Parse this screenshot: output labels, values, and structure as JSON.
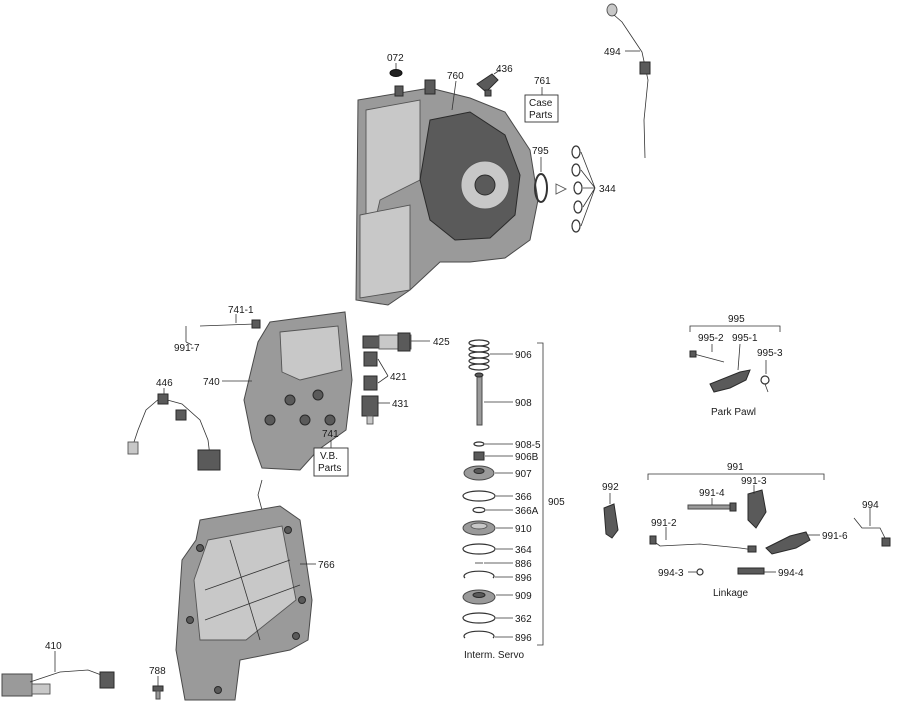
{
  "labels": {
    "p072": "072",
    "p760": "760",
    "p436": "436",
    "p761": "761",
    "p494": "494",
    "p795": "795",
    "p344": "344",
    "p741_1": "741-1",
    "p991_7": "991-7",
    "p425": "425",
    "p446": "446",
    "p740": "740",
    "p421": "421",
    "p431": "431",
    "p741": "741",
    "p906": "906",
    "p908": "908",
    "p908_5": "908-5",
    "p906B": "906B",
    "p907": "907",
    "p366": "366",
    "p366A": "366A",
    "p910": "910",
    "p364": "364",
    "p886": "886",
    "p896a": "896",
    "p909": "909",
    "p362": "362",
    "p896b": "896",
    "p905": "905",
    "p766": "766",
    "p410": "410",
    "p788": "788",
    "p995": "995",
    "p995_2": "995-2",
    "p995_1": "995-1",
    "p995_3": "995-3",
    "p991": "991",
    "p992": "992",
    "p991_4": "991-4",
    "p991_3": "991-3",
    "p994": "994",
    "p991_2": "991-2",
    "p991_6": "991-6",
    "p994_3": "994-3",
    "p994_4": "994-4"
  },
  "boxes": {
    "case_parts_line1": "Case",
    "case_parts_line2": "Parts",
    "vb_parts_line1": "V.B.",
    "vb_parts_line2": "Parts"
  },
  "captions": {
    "park_pawl": "Park Pawl",
    "interm_servo": "Interm. Servo",
    "linkage": "Linkage"
  }
}
